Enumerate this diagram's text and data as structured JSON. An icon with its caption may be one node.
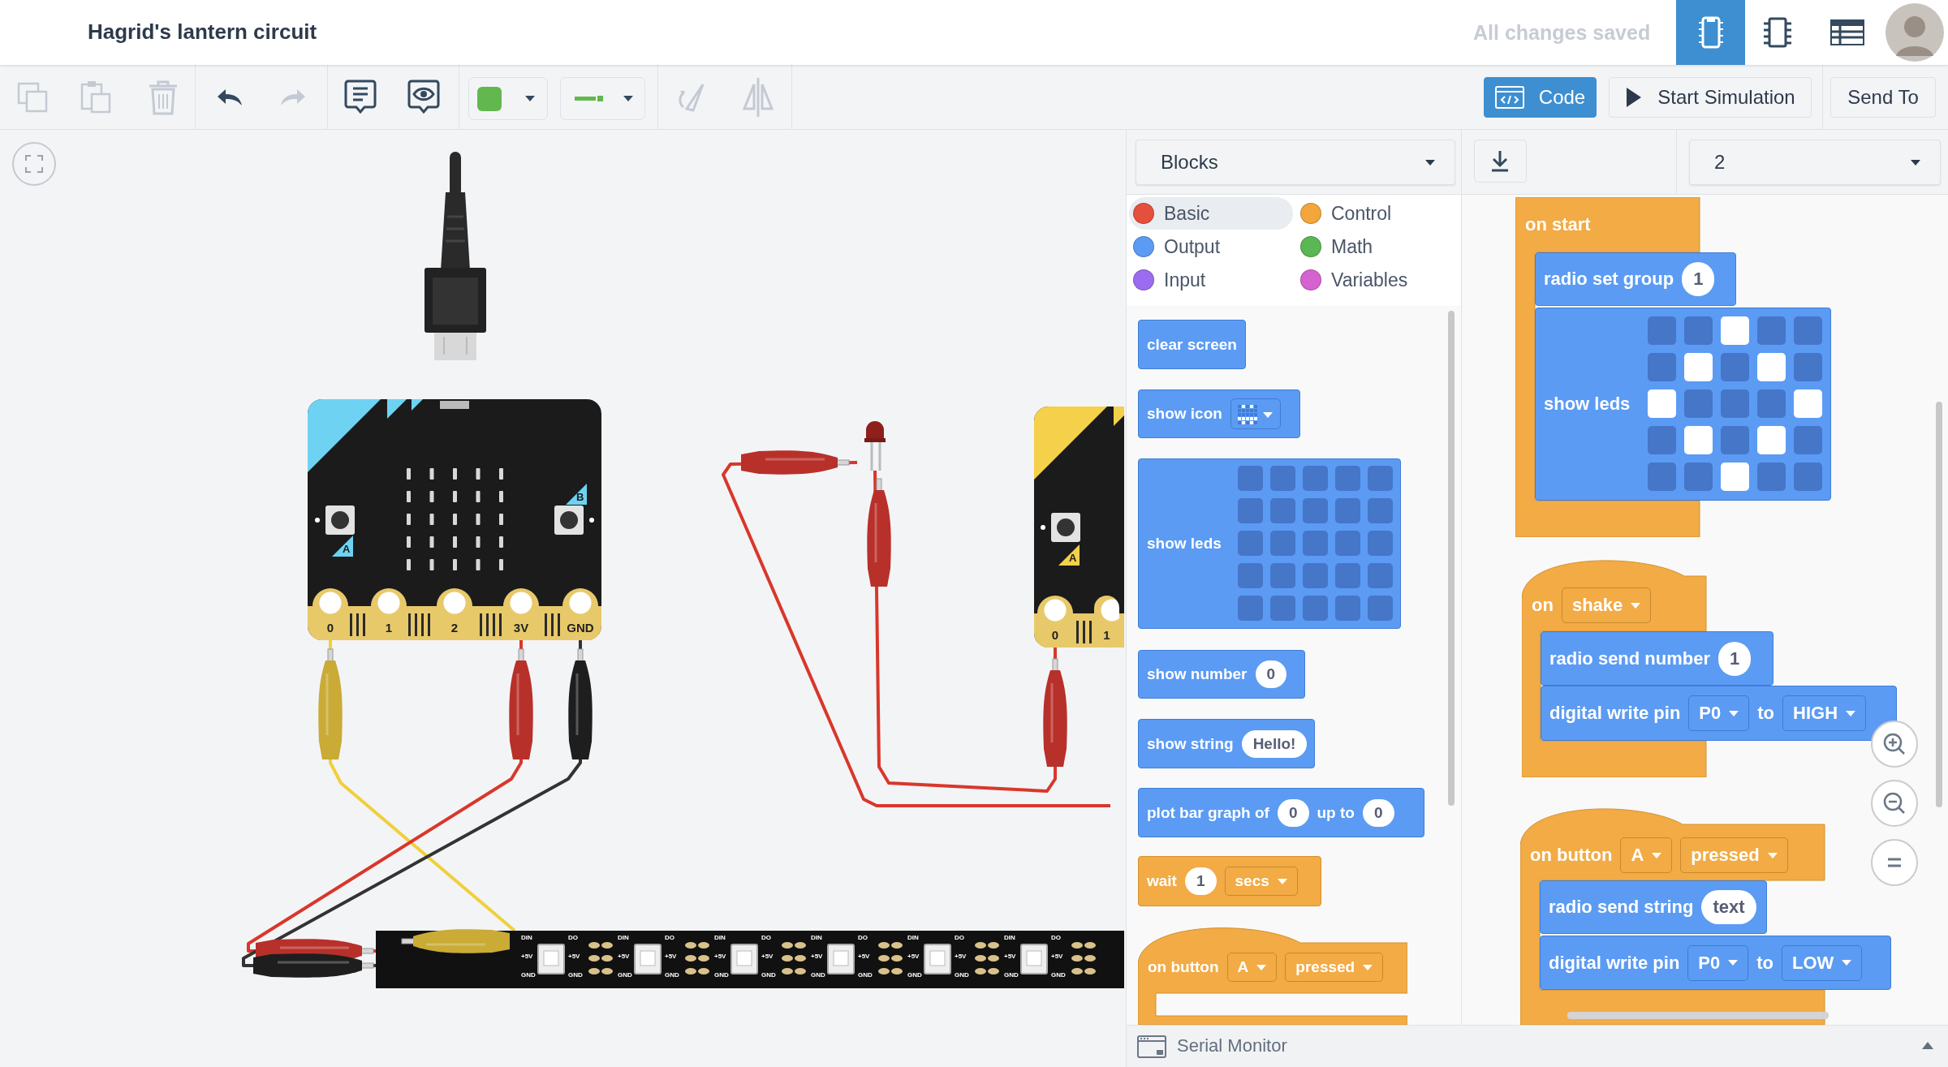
{
  "diagram": {
    "title": "Hagrid's lantern circuit",
    "nodes": [
      {
        "text": [],
        "shape": "picture"
      },
      {
        "text": [
          "A",
          "B"
        ]
      },
      {
        "text": [
          "0"
        ],
        "in": 1
      },
      {
        "text": [
          "1"
        ],
        "in": 1
      },
      {
        "text": [
          "2"
        ],
        "in": 1
      },
      {
        "text": [
          "3V"
        ],
        "in": 1
      },
      {
        "text": [
          "GND"
        ],
        "in": 1
      },
      {
        "text": [],
        "shape": "picture"
      },
      {
        "text": [
          "A"
        ]
      },
      {
        "text": [
          "0"
        ],
        "in": 8
      },
      {
        "text": [
          "1"
        ],
        "in": 8
      },
      {
        "text": [],
        "shape": "bar"
      },
      {
        "text": [
          "DIN",
          "+5V",
          "GND",
          "DO",
          "+5V",
          "GND"
        ],
        "in": 11
      },
      {
        "text": [
          "DIN",
          "+5V",
          "GND",
          "DO",
          "+5V",
          "GND"
        ],
        "in": 11
      },
      {
        "text": [
          "DIN",
          "+5V",
          "GND",
          "DO",
          "+5V",
          "GND"
        ],
        "in": 11
      },
      {
        "text": [
          "DIN",
          "+5V",
          "GND",
          "DO",
          "+5V",
          "GND"
        ],
        "in": 11
      },
      {
        "text": [
          "DIN",
          "+5V",
          "GND",
          "DO",
          "+5V",
          "GND"
        ],
        "in": 11
      },
      {
        "text": [
          "DIN",
          "+5V",
          "GND",
          "DO",
          "+5V",
          "GND"
        ],
        "in": 11
      },
      {
        "text": [
          "clear screen"
        ]
      },
      {
        "text": [
          "show icon"
        ]
      },
      {
        "text": [
          "show leds"
        ]
      },
      {
        "text": [
          "show number",
          "0"
        ]
      },
      {
        "text": [
          "show string",
          "Hello!"
        ]
      },
      {
        "text": [
          "plot bar graph of",
          "0",
          "up to",
          "0"
        ]
      },
      {
        "text": [
          "wait",
          "1",
          "secs"
        ]
      },
      {
        "text": [
          "on button",
          "A",
          "pressed"
        ]
      },
      {
        "text": [
          "on start"
        ]
      },
      {
        "text": [
          "radio set group",
          "1"
        ]
      },
      {
        "text": [
          "show leds"
        ]
      },
      {
        "text": [
          "on",
          "shake"
        ]
      },
      {
        "text": [
          "radio send number",
          "1"
        ]
      },
      {
        "text": [
          "digital write pin",
          "P0",
          "to",
          "HIGH"
        ]
      },
      {
        "text": [
          "on button",
          "A",
          "pressed"
        ]
      },
      {
        "text": [
          "radio send string",
          "text"
        ],
        "in": 32
      },
      {
        "text": [
          "digital write pin",
          "P0",
          "to",
          "LOW"
        ]
      }
    ],
    "edges": [
      {
        "from": 2,
        "to": 11,
        "arrow": "none",
        "color": "#f0cf3b"
      },
      {
        "from": 5,
        "to": 11,
        "arrow": "none"
      },
      {
        "from": 6,
        "to": 11,
        "arrow": "none",
        "color": "#333333"
      },
      {
        "from": 7,
        "to": 9,
        "arrow": "none"
      },
      {
        "from": 7,
        "to": null,
        "arrow": "none"
      }
    ],
    "labels": [
      "All changes saved",
      "Code",
      "Start Simulation",
      "Send To",
      "Blocks",
      "2",
      "Serial Monitor"
    ],
    "legend": [
      {
        "text": "Basic",
        "color": "#e5503d"
      },
      {
        "text": "Control",
        "color": "#f2a63b"
      },
      {
        "text": "Output",
        "color": "#5b9bf3"
      },
      {
        "text": "Math",
        "color": "#5bb654"
      },
      {
        "text": "Input",
        "color": "#9b6bf0"
      },
      {
        "text": "Variables",
        "color": "#d563cf"
      }
    ]
  }
}
